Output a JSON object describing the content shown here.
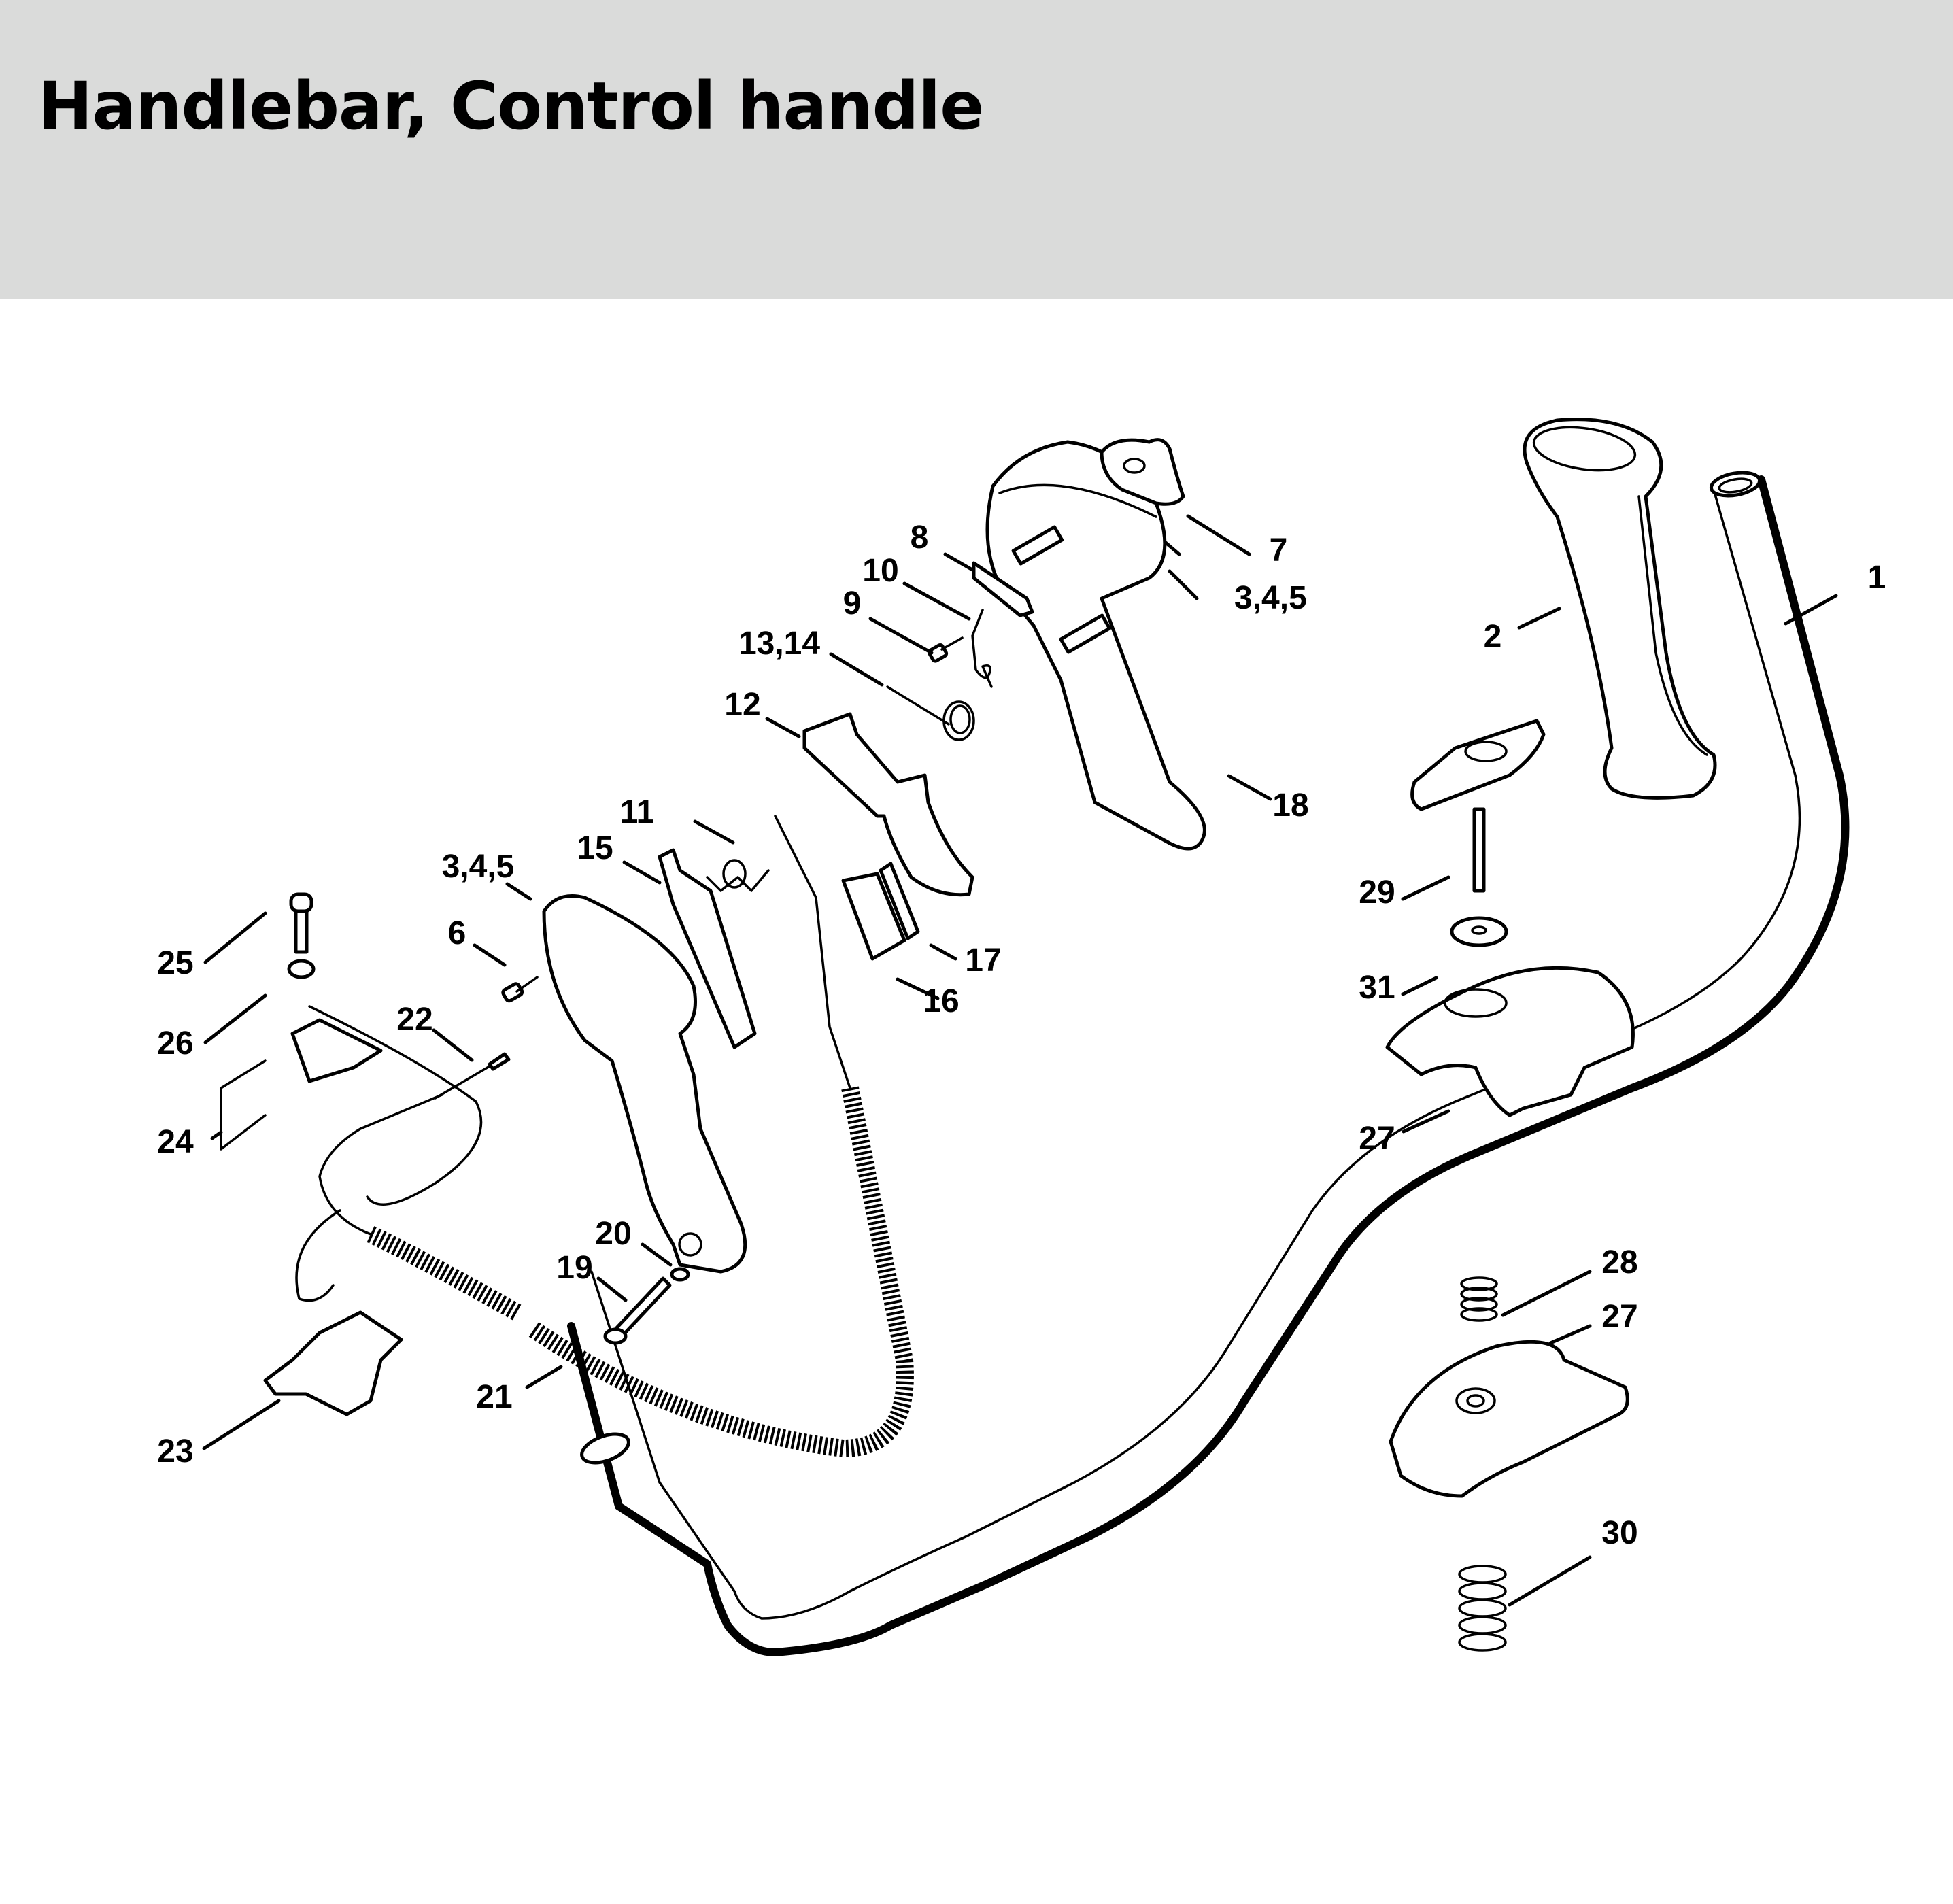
{
  "header": {
    "title": "Handlebar, Control handle",
    "background_color": "#dadbda"
  },
  "diagram": {
    "type": "exploded-parts-diagram",
    "callouts": [
      {
        "id": "c1",
        "label": "1",
        "part": "handlebar tube"
      },
      {
        "id": "c2",
        "label": "2",
        "part": "grip"
      },
      {
        "id": "c3",
        "label": "3,4,5",
        "part": "control handle half shell (right)"
      },
      {
        "id": "c7",
        "label": "7",
        "part": "wing nut / knob"
      },
      {
        "id": "c8",
        "label": "8",
        "part": "slide"
      },
      {
        "id": "c10",
        "label": "10",
        "part": "spring"
      },
      {
        "id": "c9",
        "label": "9",
        "part": "screw"
      },
      {
        "id": "c13",
        "label": "13,14",
        "part": "torsion spring"
      },
      {
        "id": "c12",
        "label": "12",
        "part": "throttle trigger"
      },
      {
        "id": "c18",
        "label": "18",
        "part": "hex nut"
      },
      {
        "id": "c11",
        "label": "11",
        "part": "torsion spring"
      },
      {
        "id": "c15",
        "label": "15",
        "part": "interlock lever"
      },
      {
        "id": "c3b",
        "label": "3,4,5",
        "part": "control handle half shell (left)"
      },
      {
        "id": "c6",
        "label": "6",
        "part": "screw"
      },
      {
        "id": "c17",
        "label": "17",
        "part": "contact"
      },
      {
        "id": "c16",
        "label": "16",
        "part": "switch"
      },
      {
        "id": "c25",
        "label": "25",
        "part": "screw"
      },
      {
        "id": "c26",
        "label": "26",
        "part": "washer"
      },
      {
        "id": "c22",
        "label": "22",
        "part": "pin"
      },
      {
        "id": "c24",
        "label": "24",
        "part": "ground lead / clamp"
      },
      {
        "id": "c20",
        "label": "20",
        "part": "washer"
      },
      {
        "id": "c19",
        "label": "19",
        "part": "screw"
      },
      {
        "id": "c21",
        "label": "21",
        "part": "throttle cable with hose"
      },
      {
        "id": "c23",
        "label": "23",
        "part": "cable bracket"
      },
      {
        "id": "c29",
        "label": "29",
        "part": "bolt"
      },
      {
        "id": "c31",
        "label": "31",
        "part": "washer"
      },
      {
        "id": "c27a",
        "label": "27",
        "part": "clamp (upper)"
      },
      {
        "id": "c28",
        "label": "28",
        "part": "spring"
      },
      {
        "id": "c27b",
        "label": "27",
        "part": "clamp (lower)"
      },
      {
        "id": "c30",
        "label": "30",
        "part": "spring"
      }
    ]
  }
}
